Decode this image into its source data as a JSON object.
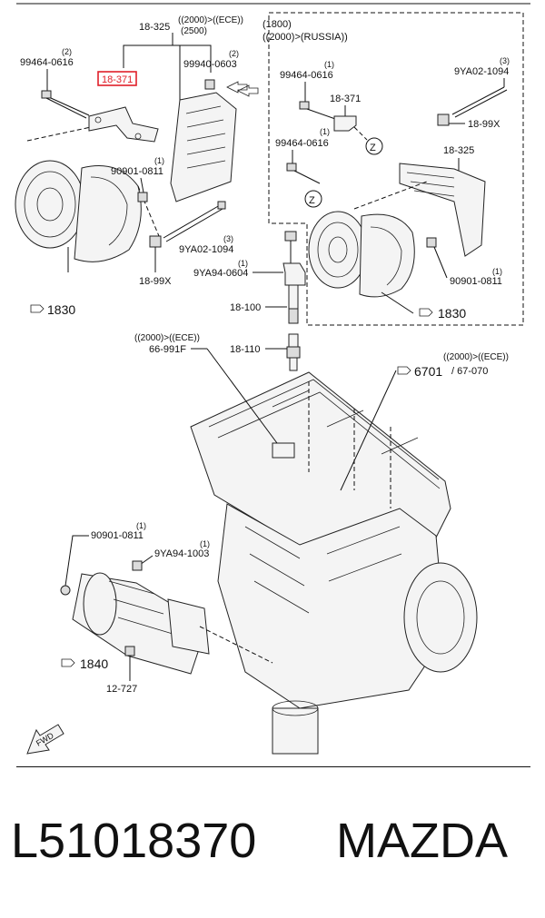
{
  "labels": {
    "p18_325_top": "18-325",
    "cond_2000_ece": "((2000)>((ECE))",
    "cond_2500": "(2500)",
    "p99464_0616_left": "99464-0616",
    "qty_99464_left": "(2)",
    "p18_371_highlight": "18-371",
    "p99940_0603": "99940-0603",
    "qty_99940": "(2)",
    "p90901_0811_left": "90901-0811",
    "qty_90901_left": "(1)",
    "p9ya02_1094_left": "9YA02-1094",
    "qty_9ya02_left": "(3)",
    "p18_99x_left": "18-99X",
    "ref_1830_left": "1830",
    "inset_cond_1800": "(1800)",
    "inset_cond_russia": "((2000)>(RUSSIA))",
    "p99464_0616_inset_a": "99464-0616",
    "qty_99464_inset_a": "(1)",
    "p18_371_inset": "18-371",
    "p9ya02_1094_inset": "9YA02-1094",
    "qty_9ya02_inset": "(3)",
    "p18_99x_inset": "18-99X",
    "p99464_0616_inset_b": "99464-0616",
    "qty_99464_inset_b": "(1)",
    "p18_325_inset": "18-325",
    "z_marker_a": "Z",
    "z_marker_b": "Z",
    "p90901_0811_inset": "90901-0811",
    "qty_90901_inset": "(1)",
    "ref_1830_inset": "1830",
    "p9ya94_0604": "9YA94-0604",
    "qty_9ya94_0604": "(1)",
    "p18_100": "18-100",
    "p18_110": "18-110",
    "cond_2000_ece_mid": "((2000)>((ECE))",
    "p66_991f": "66-991F",
    "cond_2000_ece_right": "((2000)>((ECE))",
    "ref_6701": "6701",
    "ref_67_070": "/ 67-070",
    "p90901_0811_lower": "90901-0811",
    "qty_90901_lower": "(1)",
    "p9ya94_1003": "9YA94-1003",
    "qty_9ya94_1003": "(1)",
    "ref_1840": "1840",
    "p12_727": "12-727",
    "fwd": "FWD"
  },
  "footer": {
    "part_number": "L51018370",
    "brand": "MAZDA"
  },
  "colors": {
    "highlight": "#e0202a",
    "ink": "#111111"
  }
}
